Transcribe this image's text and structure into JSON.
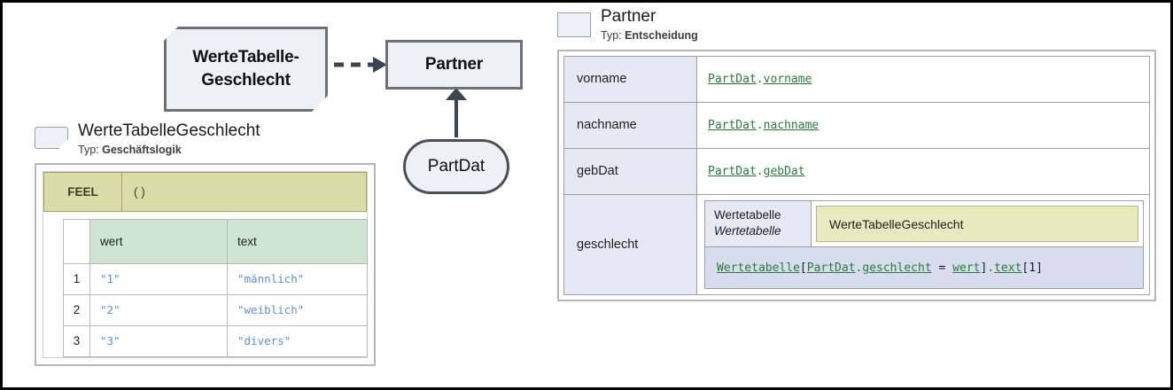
{
  "diagram": {
    "knowledge_source_label": "WerteTabelle-\nGeschlecht",
    "knowledge_source_line1": "WerteTabelle-",
    "knowledge_source_line2": "Geschlecht",
    "decision_label": "Partner",
    "input_data_label": "PartDat",
    "colors": {
      "node_fill": "#eef0f7",
      "node_stroke": "#6d6f75",
      "edge": "#3b4550"
    }
  },
  "left_panel": {
    "title": "WerteTabelleGeschlecht",
    "type_prefix": "Typ: ",
    "type_value": "Geschäftslogik",
    "icon": "knowledge-source-icon",
    "feel": {
      "label": "FEEL",
      "expression": "( )"
    },
    "table": {
      "columns": [
        "",
        "wert",
        "text"
      ],
      "rows": [
        {
          "index": "1",
          "wert": "\"1\"",
          "text": "\"männlich\""
        },
        {
          "index": "2",
          "wert": "\"2\"",
          "text": "\"weiblich\""
        },
        {
          "index": "3",
          "wert": "\"3\"",
          "text": "\"divers\""
        }
      ]
    },
    "colors": {
      "feel_header": "#dcdcab",
      "column_header": "#cfe5d4",
      "value_text": "#5b8fd6"
    }
  },
  "right_panel": {
    "title": "Partner",
    "type_prefix": "Typ: ",
    "type_value": "Entscheidung",
    "icon": "decision-icon",
    "rows": [
      {
        "label": "vorname",
        "expression_parts": [
          {
            "text": "PartDat",
            "underline": true,
            "code": true
          },
          {
            "text": ".",
            "underline": false,
            "code": true
          },
          {
            "text": "vorname",
            "underline": true,
            "code": true
          }
        ],
        "expression_plain": "PartDat.vorname"
      },
      {
        "label": "nachname",
        "expression_parts": [
          {
            "text": "PartDat",
            "underline": true,
            "code": true
          },
          {
            "text": ".",
            "underline": false,
            "code": true
          },
          {
            "text": "nachname",
            "underline": true,
            "code": true
          }
        ],
        "expression_plain": "PartDat.nachname"
      },
      {
        "label": "gebDat",
        "expression_parts": [
          {
            "text": "PartDat",
            "underline": true,
            "code": true
          },
          {
            "text": ".",
            "underline": false,
            "code": true
          },
          {
            "text": "gebDat",
            "underline": true,
            "code": true
          }
        ],
        "expression_plain": "PartDat.gebDat"
      }
    ],
    "geschlecht": {
      "label": "geschlecht",
      "param_name": "Wertetabelle",
      "param_type": "Wertetabelle",
      "param_value": "WerteTabelleGeschlecht",
      "formula_plain": "Wertetabelle[PartDat.geschlecht = wert].text[1]",
      "formula_parts": [
        {
          "text": "Wertetabelle",
          "underline": true
        },
        {
          "text": "[",
          "underline": false,
          "plain": true
        },
        {
          "text": "PartDat",
          "underline": true
        },
        {
          "text": ".",
          "underline": false
        },
        {
          "text": "geschlecht",
          "underline": true
        },
        {
          "text": " = ",
          "underline": false,
          "plain": true
        },
        {
          "text": "wert",
          "underline": true
        },
        {
          "text": "]",
          "underline": false,
          "plain": true
        },
        {
          "text": ".",
          "underline": false
        },
        {
          "text": "text",
          "underline": true
        },
        {
          "text": "[1]",
          "underline": false,
          "plain": true
        }
      ]
    },
    "colors": {
      "label_cell": "#e6e9f3",
      "chip": "#e9e9c0",
      "formula_row": "#d7ddef",
      "code_text": "#2b7a3d"
    }
  }
}
